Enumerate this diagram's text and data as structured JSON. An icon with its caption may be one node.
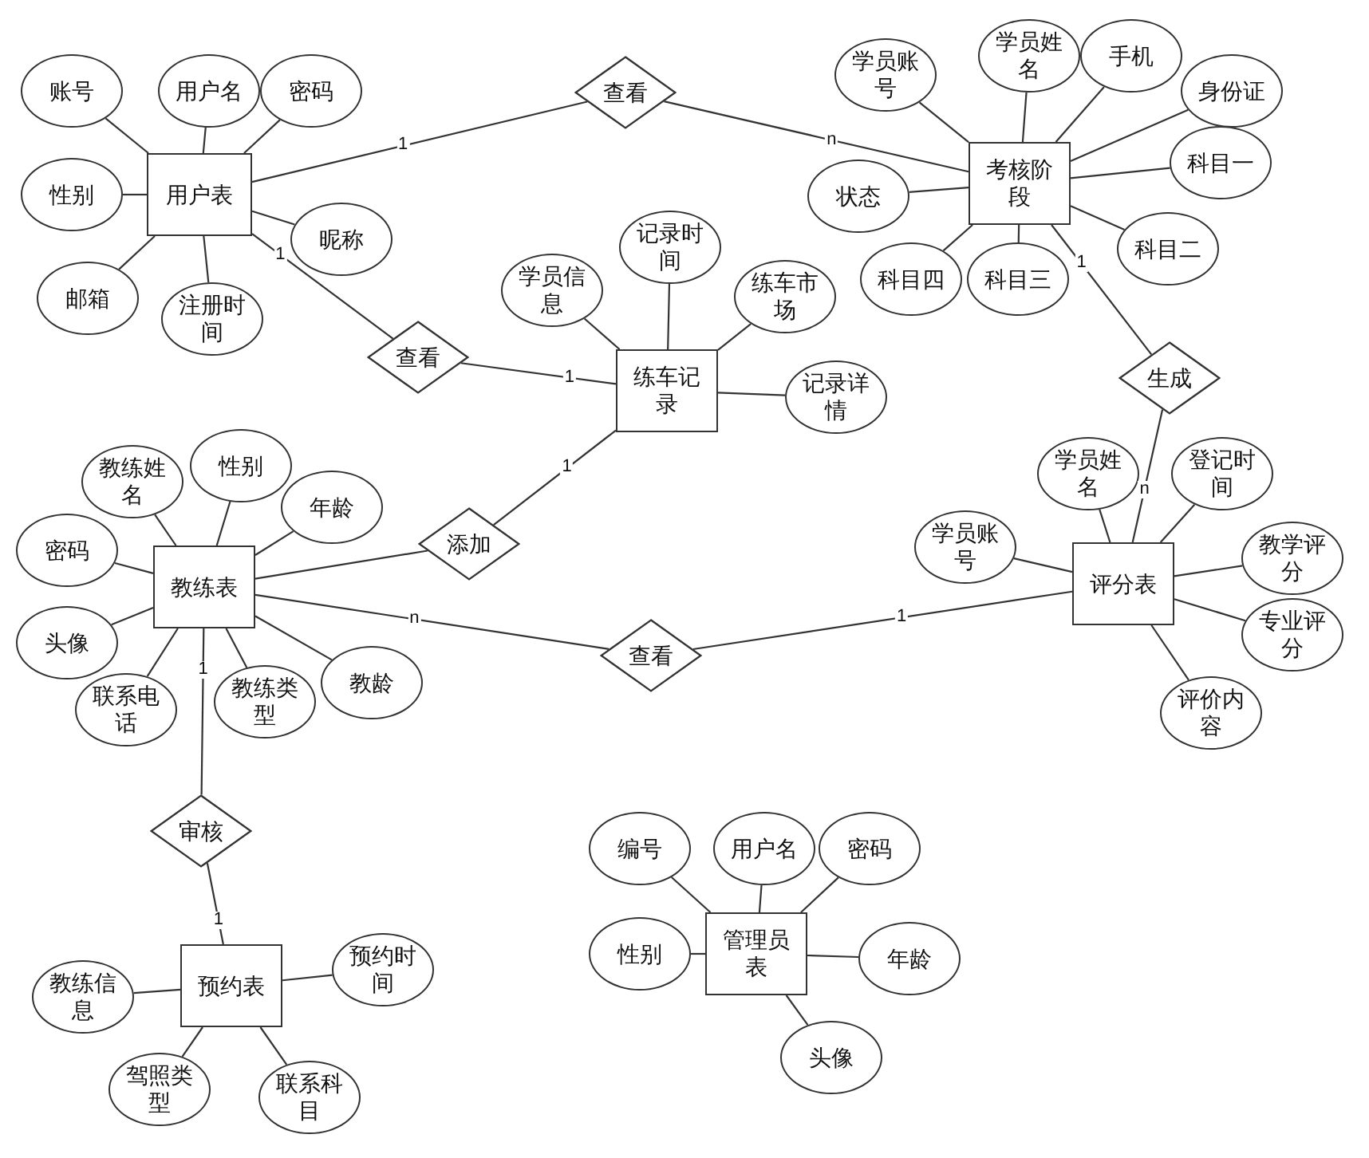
{
  "diagram": {
    "nodes": [
      {
        "text": [
          "用户表"
        ]
      },
      {
        "text": [
          "账号"
        ]
      },
      {
        "text": [
          "用户名"
        ]
      },
      {
        "text": [
          "密码"
        ]
      },
      {
        "text": [
          "性别"
        ]
      },
      {
        "text": [
          "邮箱"
        ]
      },
      {
        "text": [
          "注册时间"
        ]
      },
      {
        "text": [
          "昵称"
        ]
      },
      {
        "text": [
          "查看"
        ]
      },
      {
        "text": [
          "考核阶段"
        ]
      },
      {
        "text": [
          "学员账号"
        ]
      },
      {
        "text": [
          "学员姓名"
        ]
      },
      {
        "text": [
          "手机"
        ]
      },
      {
        "text": [
          "身份证"
        ]
      },
      {
        "text": [
          "科目一"
        ]
      },
      {
        "text": [
          "状态"
        ]
      },
      {
        "text": [
          "科目四"
        ]
      },
      {
        "text": [
          "科目三"
        ]
      },
      {
        "text": [
          "科目二"
        ]
      },
      {
        "text": [
          "查看"
        ]
      },
      {
        "text": [
          "练车记录"
        ]
      },
      {
        "text": [
          "学员信息"
        ]
      },
      {
        "text": [
          "记录时间"
        ]
      },
      {
        "text": [
          "练车市场"
        ]
      },
      {
        "text": [
          "记录详情"
        ]
      },
      {
        "text": [
          "生成"
        ]
      },
      {
        "text": [
          "评分表"
        ]
      },
      {
        "text": [
          "学员姓名"
        ]
      },
      {
        "text": [
          "登记时间"
        ]
      },
      {
        "text": [
          "学员账号"
        ]
      },
      {
        "text": [
          "教学评分"
        ]
      },
      {
        "text": [
          "专业评分"
        ]
      },
      {
        "text": [
          "评价内容"
        ]
      },
      {
        "text": [
          "教练表"
        ]
      },
      {
        "text": [
          "教练姓名"
        ]
      },
      {
        "text": [
          "性别"
        ]
      },
      {
        "text": [
          "年龄"
        ]
      },
      {
        "text": [
          "密码"
        ]
      },
      {
        "text": [
          "头像"
        ]
      },
      {
        "text": [
          "联系电话"
        ]
      },
      {
        "text": [
          "教练类型"
        ]
      },
      {
        "text": [
          "教龄"
        ]
      },
      {
        "text": [
          "添加"
        ]
      },
      {
        "text": [
          "查看"
        ]
      },
      {
        "text": [
          "审核"
        ]
      },
      {
        "text": [
          "预约表"
        ]
      },
      {
        "text": [
          "教练信息"
        ]
      },
      {
        "text": [
          "预约时间"
        ]
      },
      {
        "text": [
          "驾照类型"
        ]
      },
      {
        "text": [
          "联系科目"
        ]
      },
      {
        "text": [
          "管理员表"
        ]
      },
      {
        "text": [
          "编号"
        ]
      },
      {
        "text": [
          "用户名"
        ]
      },
      {
        "text": [
          "密码"
        ]
      },
      {
        "text": [
          "性别"
        ]
      },
      {
        "text": [
          "年龄"
        ]
      },
      {
        "text": [
          "头像"
        ]
      }
    ],
    "edges": [
      {
        "from": 0,
        "to": 1,
        "arrow": "none"
      },
      {
        "from": 0,
        "to": 2,
        "arrow": "none"
      },
      {
        "from": 0,
        "to": 3,
        "arrow": "none"
      },
      {
        "from": 0,
        "to": 4,
        "arrow": "none"
      },
      {
        "from": 0,
        "to": 5,
        "arrow": "none"
      },
      {
        "from": 0,
        "to": 6,
        "arrow": "none"
      },
      {
        "from": 0,
        "to": 7,
        "arrow": "none"
      },
      {
        "from": 0,
        "to": 8,
        "arrow": "none",
        "label": "1"
      },
      {
        "from": 8,
        "to": 9,
        "arrow": "none",
        "label": "n"
      },
      {
        "from": 9,
        "to": 10,
        "arrow": "none"
      },
      {
        "from": 9,
        "to": 11,
        "arrow": "none"
      },
      {
        "from": 9,
        "to": 12,
        "arrow": "none"
      },
      {
        "from": 9,
        "to": 13,
        "arrow": "none"
      },
      {
        "from": 9,
        "to": 14,
        "arrow": "none"
      },
      {
        "from": 9,
        "to": 15,
        "arrow": "none"
      },
      {
        "from": 9,
        "to": 16,
        "arrow": "none"
      },
      {
        "from": 9,
        "to": 17,
        "arrow": "none"
      },
      {
        "from": 9,
        "to": 18,
        "arrow": "none"
      },
      {
        "from": 0,
        "to": 19,
        "arrow": "none",
        "label": "1"
      },
      {
        "from": 19,
        "to": 20,
        "arrow": "none",
        "label": "1"
      },
      {
        "from": 20,
        "to": 21,
        "arrow": "none"
      },
      {
        "from": 20,
        "to": 22,
        "arrow": "none"
      },
      {
        "from": 20,
        "to": 23,
        "arrow": "none"
      },
      {
        "from": 20,
        "to": 24,
        "arrow": "none"
      },
      {
        "from": 9,
        "to": 25,
        "arrow": "none",
        "label": "1"
      },
      {
        "from": 25,
        "to": 26,
        "arrow": "none",
        "label": "n"
      },
      {
        "from": 26,
        "to": 27,
        "arrow": "none"
      },
      {
        "from": 26,
        "to": 28,
        "arrow": "none"
      },
      {
        "from": 26,
        "to": 29,
        "arrow": "none"
      },
      {
        "from": 26,
        "to": 30,
        "arrow": "none"
      },
      {
        "from": 26,
        "to": 31,
        "arrow": "none"
      },
      {
        "from": 26,
        "to": 32,
        "arrow": "none"
      },
      {
        "from": 33,
        "to": 34,
        "arrow": "none"
      },
      {
        "from": 33,
        "to": 35,
        "arrow": "none"
      },
      {
        "from": 33,
        "to": 36,
        "arrow": "none"
      },
      {
        "from": 33,
        "to": 37,
        "arrow": "none"
      },
      {
        "from": 33,
        "to": 38,
        "arrow": "none"
      },
      {
        "from": 33,
        "to": 39,
        "arrow": "none"
      },
      {
        "from": 33,
        "to": 40,
        "arrow": "none"
      },
      {
        "from": 33,
        "to": 41,
        "arrow": "none"
      },
      {
        "from": 33,
        "to": 42,
        "arrow": "none"
      },
      {
        "from": 42,
        "to": 20,
        "arrow": "none",
        "label": "1"
      },
      {
        "from": 33,
        "to": 43,
        "arrow": "none",
        "label": "n"
      },
      {
        "from": 43,
        "to": 26,
        "arrow": "none",
        "label": "1"
      },
      {
        "from": 33,
        "to": 44,
        "arrow": "none",
        "label": "1"
      },
      {
        "from": 44,
        "to": 45,
        "arrow": "none",
        "label": "1"
      },
      {
        "from": 45,
        "to": 46,
        "arrow": "none"
      },
      {
        "from": 45,
        "to": 47,
        "arrow": "none"
      },
      {
        "from": 45,
        "to": 48,
        "arrow": "none"
      },
      {
        "from": 45,
        "to": 49,
        "arrow": "none"
      },
      {
        "from": 50,
        "to": 51,
        "arrow": "none"
      },
      {
        "from": 50,
        "to": 52,
        "arrow": "none"
      },
      {
        "from": 50,
        "to": 53,
        "arrow": "none"
      },
      {
        "from": 50,
        "to": 54,
        "arrow": "none"
      },
      {
        "from": 50,
        "to": 55,
        "arrow": "none"
      },
      {
        "from": 50,
        "to": 56,
        "arrow": "none"
      }
    ]
  }
}
